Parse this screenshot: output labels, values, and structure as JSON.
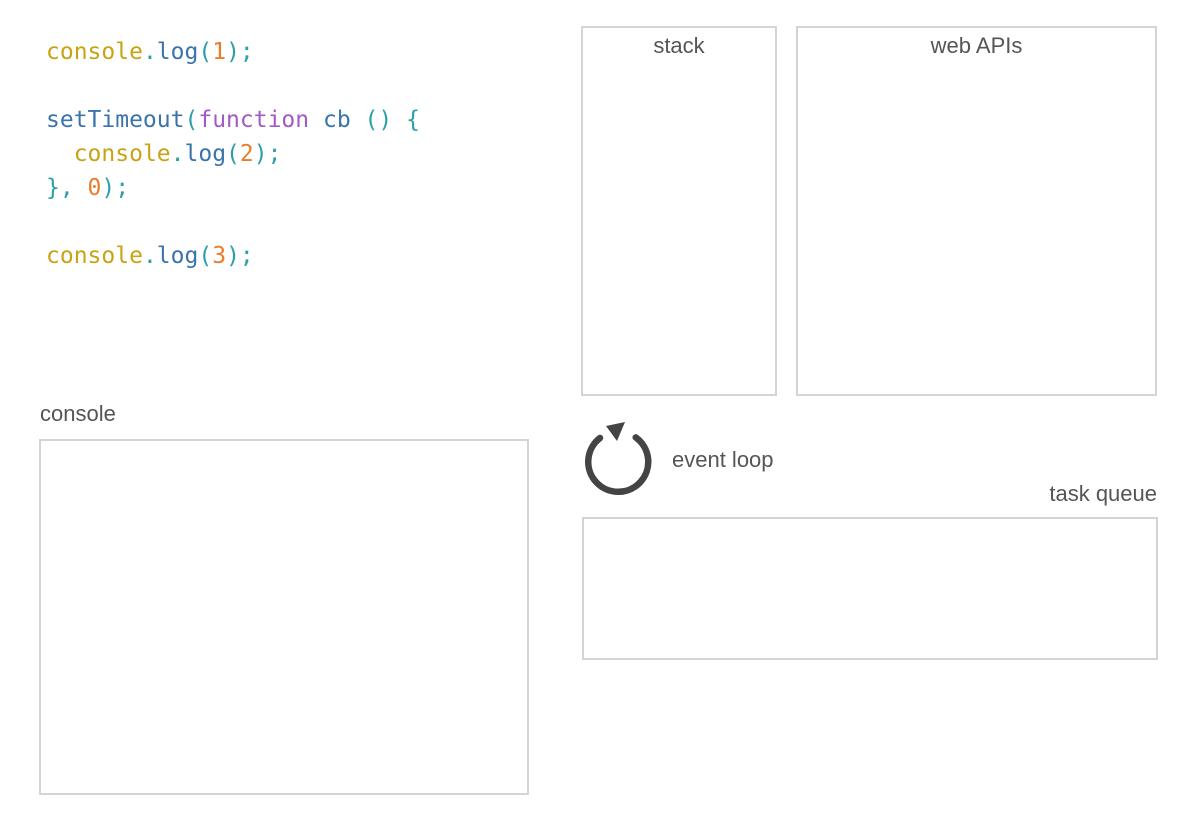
{
  "labels": {
    "stack": "stack",
    "web_apis": "web APIs",
    "console": "console",
    "event_loop": "event loop",
    "task_queue": "task queue"
  },
  "code": {
    "token_colors": {
      "variable": "#c7a315",
      "punct": "#2b9fa8",
      "property": "#3b74ad",
      "fn": "#3b74ad",
      "number": "#e87d2d",
      "keyword": "#a25ac4",
      "plain": "#333333"
    },
    "lines": [
      [
        {
          "t": "console",
          "c": "variable"
        },
        {
          "t": ".",
          "c": "punct"
        },
        {
          "t": "log",
          "c": "property"
        },
        {
          "t": "(",
          "c": "punct"
        },
        {
          "t": "1",
          "c": "number"
        },
        {
          "t": ");",
          "c": "punct"
        }
      ],
      [],
      [
        {
          "t": "setTimeout",
          "c": "fn"
        },
        {
          "t": "(",
          "c": "punct"
        },
        {
          "t": "function",
          "c": "keyword"
        },
        {
          "t": " ",
          "c": "plain"
        },
        {
          "t": "cb",
          "c": "fn"
        },
        {
          "t": " () {",
          "c": "punct"
        }
      ],
      [
        {
          "t": "  ",
          "c": "plain"
        },
        {
          "t": "console",
          "c": "variable"
        },
        {
          "t": ".",
          "c": "punct"
        },
        {
          "t": "log",
          "c": "property"
        },
        {
          "t": "(",
          "c": "punct"
        },
        {
          "t": "2",
          "c": "number"
        },
        {
          "t": ");",
          "c": "punct"
        }
      ],
      [
        {
          "t": "}, ",
          "c": "punct"
        },
        {
          "t": "0",
          "c": "number"
        },
        {
          "t": ");",
          "c": "punct"
        }
      ],
      [],
      [
        {
          "t": "console",
          "c": "variable"
        },
        {
          "t": ".",
          "c": "punct"
        },
        {
          "t": "log",
          "c": "property"
        },
        {
          "t": "(",
          "c": "punct"
        },
        {
          "t": "3",
          "c": "number"
        },
        {
          "t": ");",
          "c": "punct"
        }
      ]
    ]
  },
  "colors": {
    "box_border": "#d4d4d4",
    "label_text": "#555555",
    "icon": "#444444",
    "background": "#ffffff"
  }
}
